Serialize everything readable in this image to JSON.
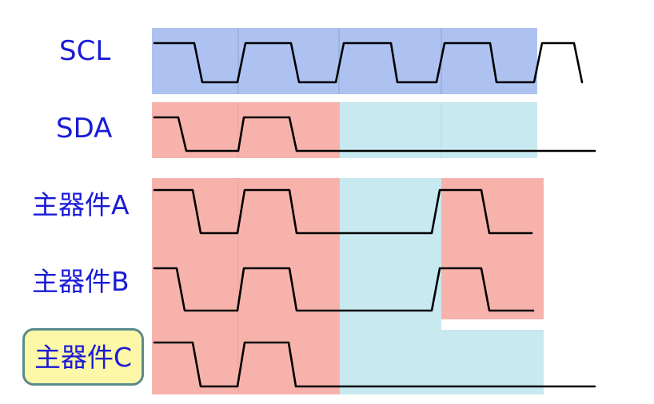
{
  "labels": {
    "scl": "SCL",
    "sda": "SDA",
    "master_a": "主器件A",
    "master_b": "主器件B",
    "master_c": "主器件C"
  },
  "colors": {
    "scl_band": "#aec2f2",
    "red_band": "#f7b3ab",
    "cyan_band": "#c8e9f0",
    "divider": "#8ea4cc",
    "signal": "#000000",
    "label_text": "#1a1ad6",
    "highlight_fill": "#fdf7a8",
    "highlight_border": "#5b8a8c"
  },
  "highlighted_signal": "master_c"
}
